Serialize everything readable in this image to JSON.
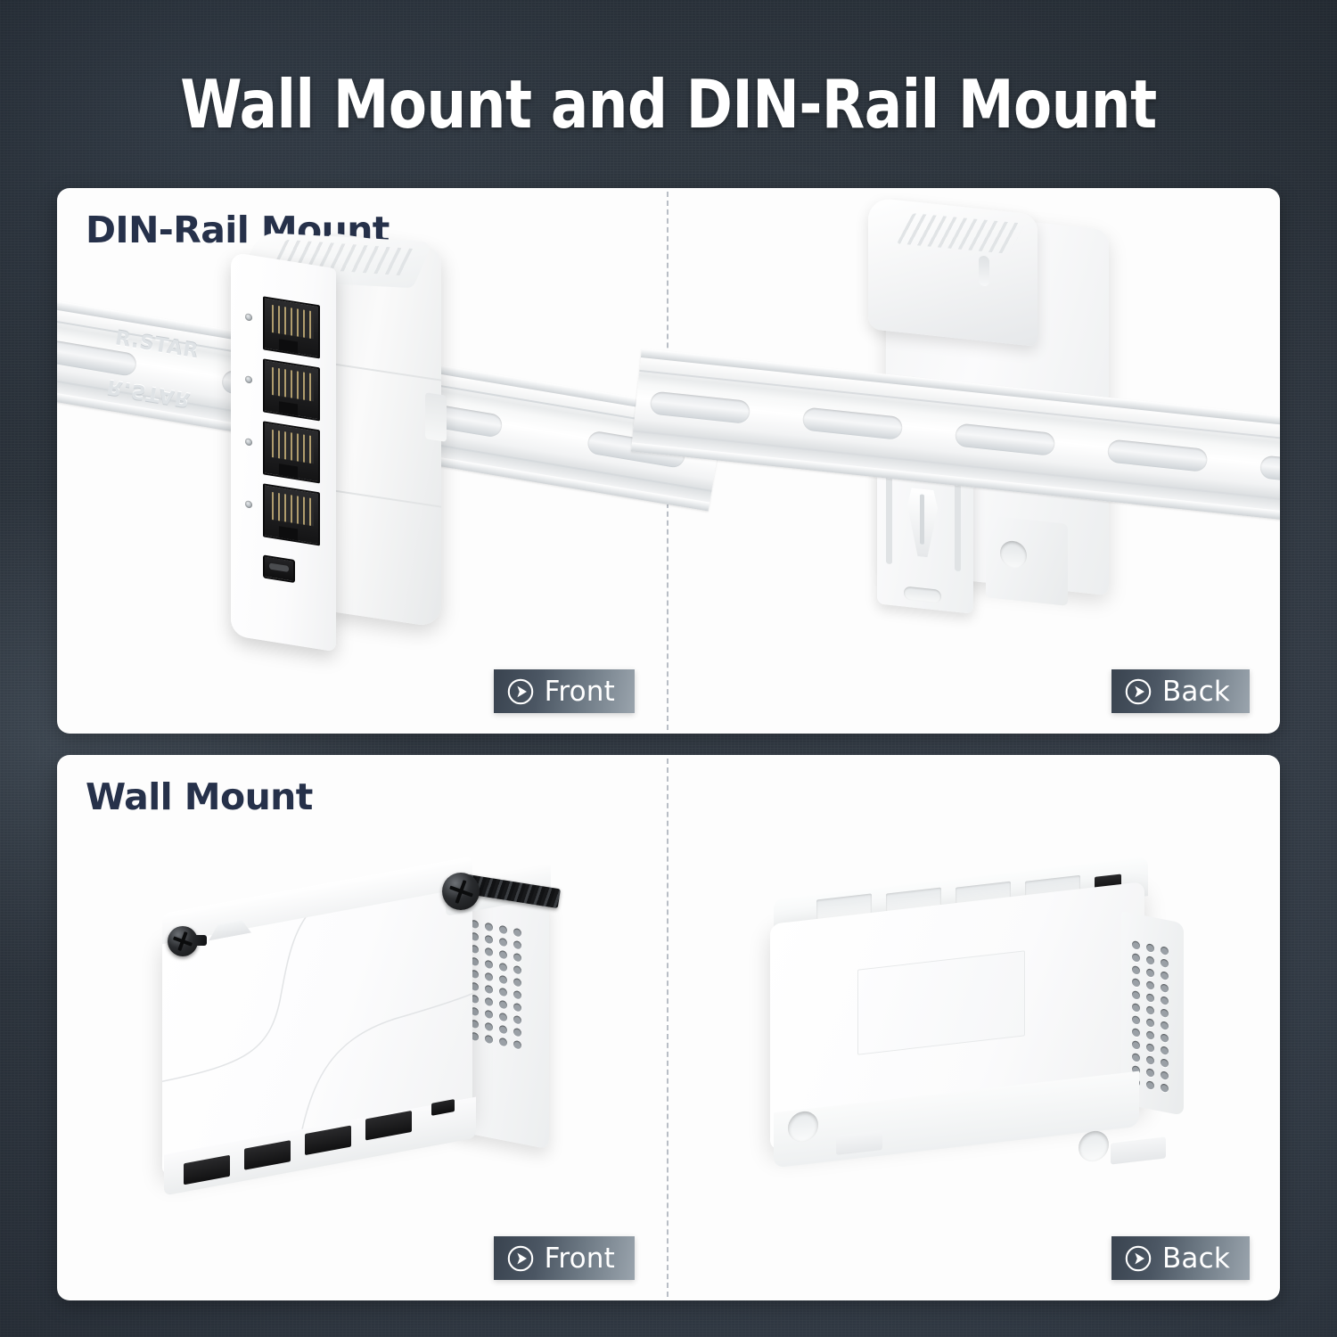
{
  "page": {
    "title": "Wall Mount and DIN-Rail Mount",
    "background_color": "#2c343d",
    "panel_color": "#fdfdfd",
    "heading_color": "#26314a",
    "badge_gradient_from": "#39434f",
    "badge_gradient_to": "#9aa4ad"
  },
  "sections": [
    {
      "id": "din-rail",
      "heading": "DIN-Rail Mount",
      "views": [
        {
          "id": "din-front",
          "badge_label": "Front",
          "badge_icon": "play-circle-icon"
        },
        {
          "id": "din-back",
          "badge_label": "Back",
          "badge_icon": "play-circle-icon"
        }
      ],
      "rail_emboss_text": "R.STAR",
      "rail_emboss_text_mirrored": "R.STAR"
    },
    {
      "id": "wall",
      "heading": "Wall Mount",
      "views": [
        {
          "id": "wall-front",
          "badge_label": "Front",
          "badge_icon": "play-circle-icon"
        },
        {
          "id": "wall-back",
          "badge_label": "Back",
          "badge_icon": "play-circle-icon"
        }
      ]
    }
  ],
  "device": {
    "name": "network-switch",
    "body_color": "#ffffff",
    "port_count": 4,
    "port_type": "RJ45",
    "power_port": "USB-C",
    "has_vent_holes": true,
    "has_led_indicators": true
  },
  "hardware": {
    "screw_count": 2,
    "screw_color": "#16181a",
    "din_rail_color": "#f3f4f5"
  }
}
